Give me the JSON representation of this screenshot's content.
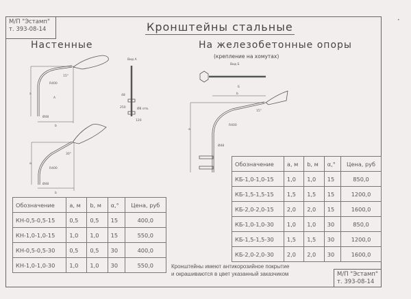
{
  "stamp": {
    "org": "М/П \"Эстамп\"",
    "sheet": "т. 393-08-14"
  },
  "title": "Кронштейны стальные",
  "left_section": {
    "heading": "Настенные"
  },
  "right_section": {
    "heading": "На железобетонные опоры",
    "subheading": "(крепление на хомутах)"
  },
  "drawing_labels": {
    "view_a": "Вид А",
    "view_b": "Вид Б",
    "radius": "R400",
    "angle15": "15°",
    "angle30": "30°",
    "diameter": "Ø48",
    "a": "a",
    "b": "b",
    "A": "A",
    "B": "Б",
    "dim48": "48",
    "dim250": "250",
    "dim120": "120",
    "holes": "Ø8 отв."
  },
  "wall_table": {
    "headers": [
      "Обозначение",
      "a, м",
      "b, м",
      "α,°",
      "Цена, руб"
    ],
    "rows": [
      [
        "КН-0,5-0,5-15",
        "0,5",
        "0,5",
        "15",
        "400,0"
      ],
      [
        "КН-1,0-1,0-15",
        "1,0",
        "1,0",
        "15",
        "550,0"
      ],
      [
        "КН-0,5-0,5-30",
        "0,5",
        "0,5",
        "30",
        "400,0"
      ],
      [
        "КН-1,0-1,0-30",
        "1,0",
        "1,0",
        "30",
        "550,0"
      ]
    ]
  },
  "pole_table": {
    "headers": [
      "Обозначение",
      "a, м",
      "b, м",
      "α,°",
      "Цена, руб"
    ],
    "rows": [
      [
        "КБ-1,0-1,0-15",
        "1,0",
        "1,0",
        "15",
        "850,0"
      ],
      [
        "КБ-1,5-1,5-15",
        "1,5",
        "1,5",
        "15",
        "1200,0"
      ],
      [
        "КБ-2,0-2,0-15",
        "2,0",
        "2,0",
        "15",
        "1600,0"
      ],
      [
        "КБ-1,0-1,0-30",
        "1,0",
        "1,0",
        "30",
        "850,0"
      ],
      [
        "КБ-1,5-1,5-30",
        "1,5",
        "1,5",
        "30",
        "1200,0"
      ],
      [
        "КБ-2,0-2,0-30",
        "2,0",
        "2,0",
        "30",
        "1600,0"
      ]
    ]
  },
  "note": {
    "line1": "Кронштейны имеют антикорозийное покрытие",
    "line2": "и окрашиваются в цвет указанный заказчиком"
  }
}
